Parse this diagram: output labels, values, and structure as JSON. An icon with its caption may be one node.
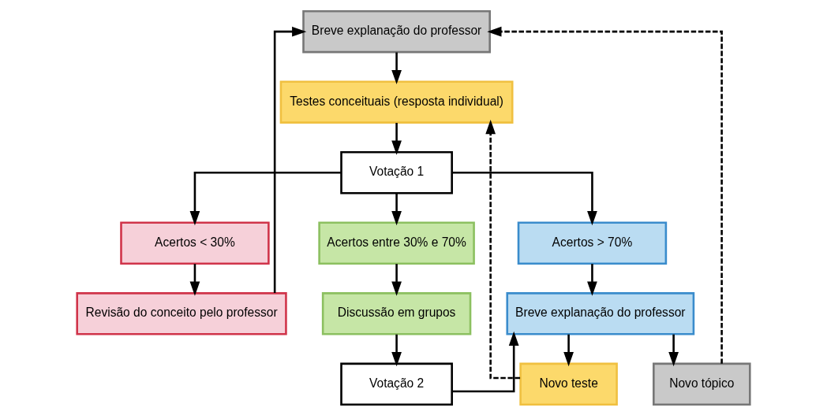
{
  "diagram": {
    "nodes": [
      {
        "text": [
          "Breve explanação do professor"
        ]
      },
      {
        "text": [
          "Testes conceituais (resposta individual)"
        ]
      },
      {
        "text": [
          "Votação 1"
        ]
      },
      {
        "text": [
          "Acertos < 30%"
        ]
      },
      {
        "text": [
          "Acertos entre 30% e 70%"
        ]
      },
      {
        "text": [
          "Acertos > 70%"
        ]
      },
      {
        "text": [
          "Revisão do conceito pelo professor"
        ]
      },
      {
        "text": [
          "Discussão em grupos"
        ]
      },
      {
        "text": [
          "Breve explanação do professor"
        ]
      },
      {
        "text": [
          "Votação 2"
        ]
      },
      {
        "text": [
          "Novo teste"
        ]
      },
      {
        "text": [
          "Novo tópico"
        ]
      }
    ],
    "edges": [
      {
        "from": 0,
        "to": 1,
        "arrow": "to"
      },
      {
        "from": 1,
        "to": 2,
        "arrow": "to"
      },
      {
        "from": 2,
        "to": 3,
        "arrow": "to"
      },
      {
        "from": 2,
        "to": 4,
        "arrow": "to"
      },
      {
        "from": 2,
        "to": 5,
        "arrow": "to"
      },
      {
        "from": 3,
        "to": 6,
        "arrow": "to"
      },
      {
        "from": 4,
        "to": 7,
        "arrow": "to"
      },
      {
        "from": 5,
        "to": 8,
        "arrow": "to"
      },
      {
        "from": 6,
        "to": 0,
        "arrow": "to"
      },
      {
        "from": 7,
        "to": 9,
        "arrow": "to"
      },
      {
        "from": 9,
        "to": 8,
        "arrow": "to"
      },
      {
        "from": 8,
        "to": 10,
        "arrow": "to"
      },
      {
        "from": 8,
        "to": 11,
        "arrow": "to"
      },
      {
        "from": 10,
        "to": 1,
        "arrow": "to",
        "style": "dashed"
      },
      {
        "from": 11,
        "to": 0,
        "arrow": "to",
        "style": "dashed"
      }
    ]
  }
}
